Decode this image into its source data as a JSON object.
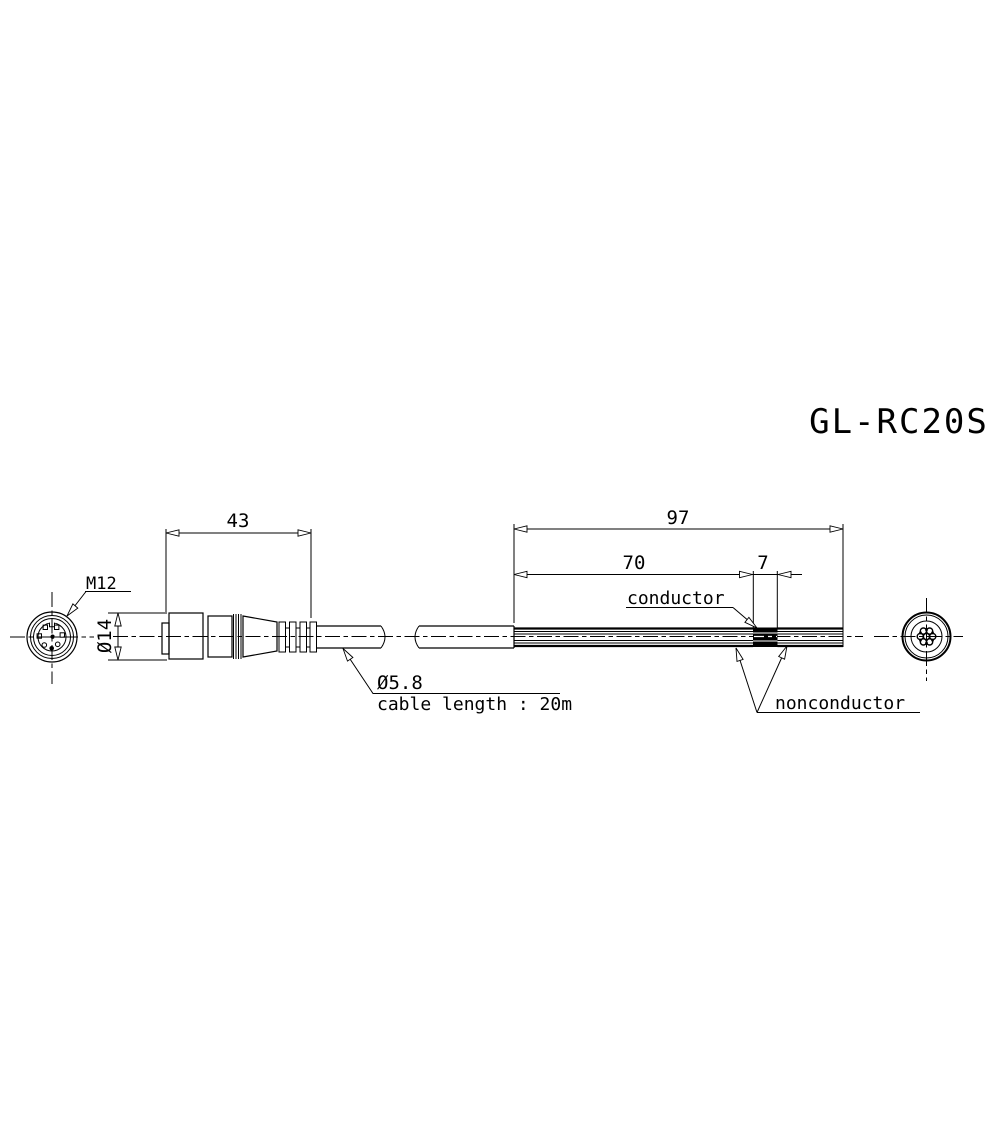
{
  "title": "GL-RC20S",
  "colors": {
    "ink": "#000000",
    "background": "#ffffff"
  },
  "views": {
    "face": {
      "label": "M12"
    },
    "side": {
      "dim_length": "43",
      "dim_diameter": "Ø14",
      "cable_diameter": "Ø5.8",
      "cable_length_note": "cable length : 20m"
    },
    "strip": {
      "dim_total": "97",
      "dim_outer_jacket_strip": "70",
      "dim_conductor_strip": "7",
      "label_conductor": "conductor",
      "label_nonconductor": "nonconductor"
    }
  }
}
